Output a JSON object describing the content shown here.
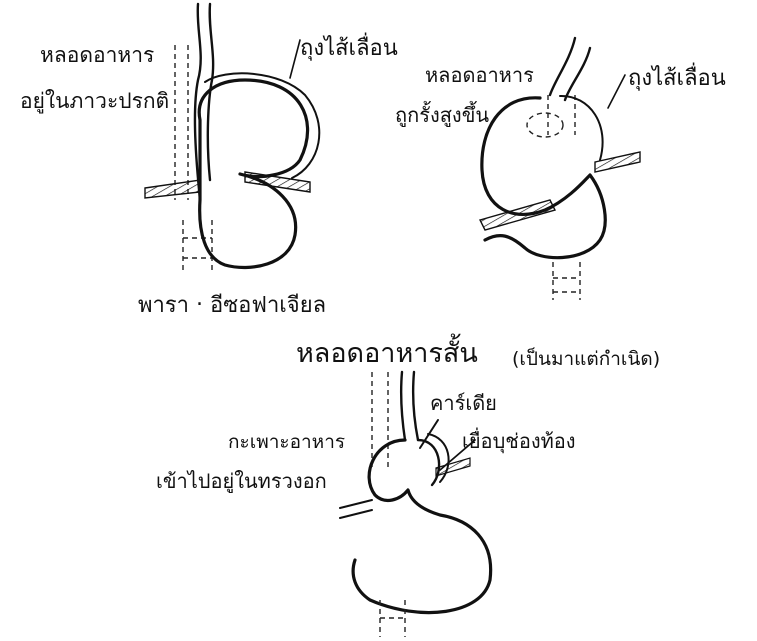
{
  "colors": {
    "ink": "#111111",
    "paper": "#ffffff"
  },
  "figure1": {
    "label_esophagus": [
      "หลอดอาหาร",
      "อยู่ในภาวะปรกติ"
    ],
    "label_hernia_sac": "ถุงไส้เลื่อน",
    "caption": "พารา ‧ อีซอฟาเจียล"
  },
  "figure2": {
    "label_esophagus": [
      "หลอดอาหาร",
      "ถูกรั้งสูงขึ้น"
    ],
    "label_hernia_sac": "ถุงไส้เลื่อน"
  },
  "figure3": {
    "title": "หลอดอาหารสั้น",
    "title_note": "(เป็นมาแต่กำเนิด)",
    "label_cardia": "คาร์เดีย",
    "label_peritoneum": "เยื่อบุช่องท้อง",
    "label_stomach": [
      "กะเพาะอาหาร",
      "เข้าไปอยู่ในทรวงอก"
    ]
  }
}
